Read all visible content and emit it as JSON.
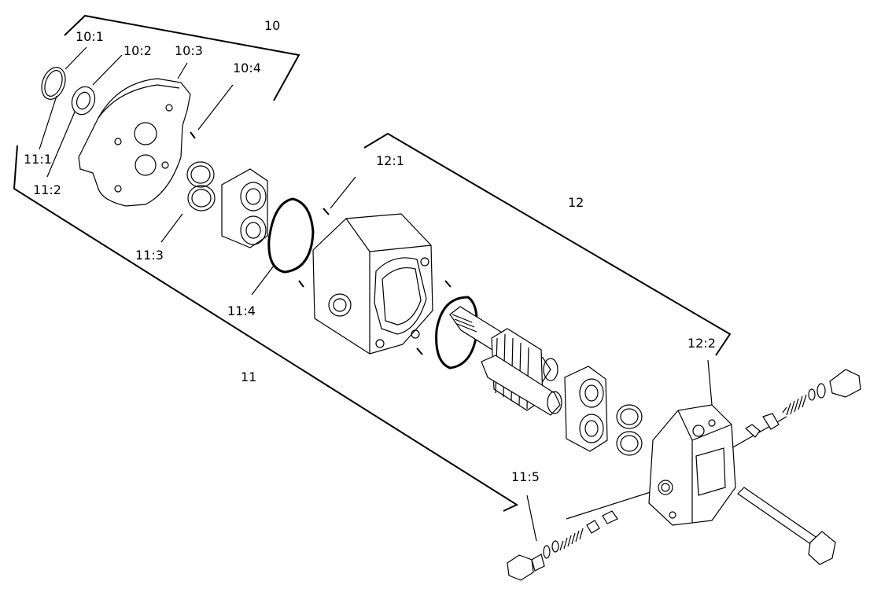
{
  "diagram": {
    "callouts": {
      "c10": "10",
      "c10_1": "10:1",
      "c10_2": "10:2",
      "c10_3": "10:3",
      "c10_4": "10:4",
      "c11": "11",
      "c11_1": "11:1",
      "c11_2": "11:2",
      "c11_3": "11:3",
      "c11_4": "11:4",
      "c11_5": "11:5",
      "c12": "12",
      "c12_1": "12:1",
      "c12_2": "12:2"
    }
  }
}
